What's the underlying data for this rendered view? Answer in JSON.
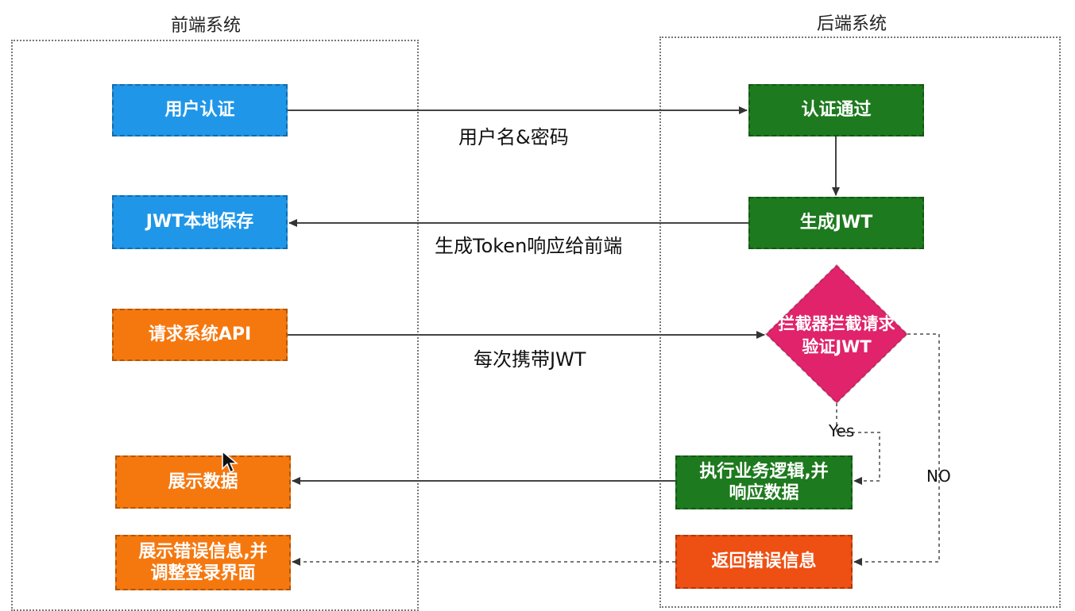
{
  "lanes": {
    "frontend_title": "前端系统",
    "backend_title": "后端系统"
  },
  "frontend": {
    "auth": "用户认证",
    "save": "JWT本地保存",
    "request": "请求系统API",
    "show": "展示数据",
    "show_error_line1": "展示错误信息,并",
    "show_error_line2": "调整登录界面"
  },
  "backend": {
    "pass": "认证通过",
    "generate": "生成JWT",
    "interceptor_line1": "拦截器拦截请求",
    "interceptor_line2": "验证JWT",
    "execute_line1": "执行业务逻辑,并",
    "execute_line2": "响应数据",
    "error": "返回错误信息"
  },
  "arrows": {
    "credentials": "用户名&密码",
    "token_response": "生成Token响应给前端",
    "carry_jwt": "每次携带JWT",
    "yes": "Yes",
    "no": "NO"
  },
  "colors": {
    "frontend_blue": "#1f96e8",
    "frontend_orange": "#f5780f",
    "backend_green": "#1d7a1e",
    "backend_red": "#ee4f12",
    "diamond": "#e0236b"
  }
}
